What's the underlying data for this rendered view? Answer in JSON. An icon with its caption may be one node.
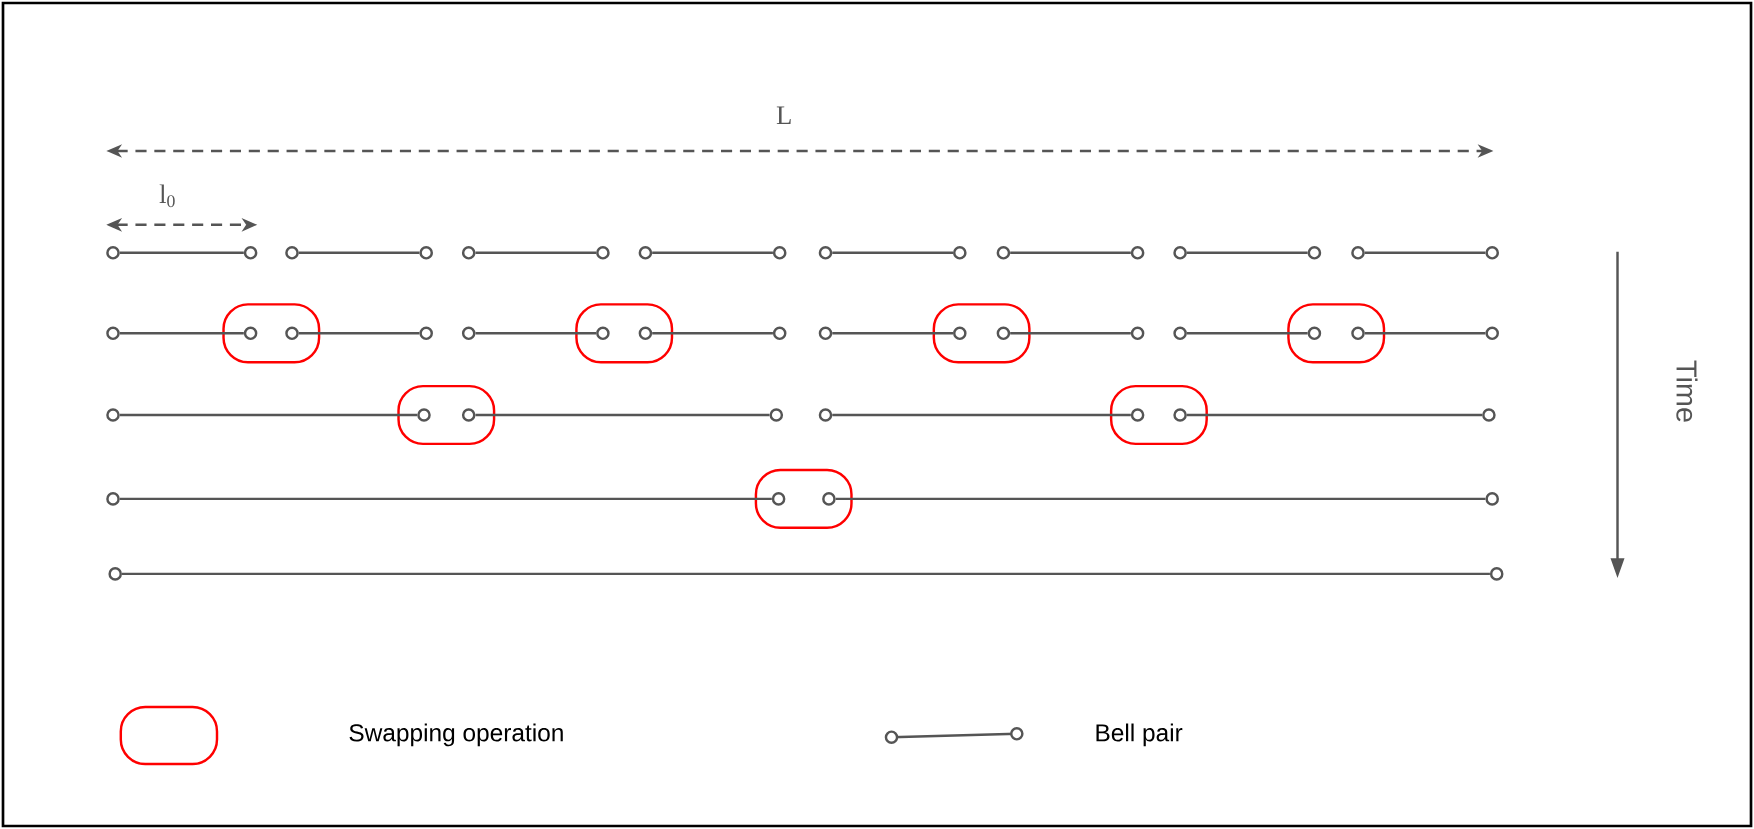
{
  "diagram": {
    "nodes": [
      {
        "text": [],
        "shape": "circle"
      },
      {
        "text": [],
        "shape": "circle"
      },
      {
        "text": [],
        "shape": "circle"
      },
      {
        "text": [],
        "shape": "circle"
      },
      {
        "text": [],
        "shape": "circle"
      },
      {
        "text": [],
        "shape": "circle"
      },
      {
        "text": [],
        "shape": "circle"
      },
      {
        "text": [],
        "shape": "circle"
      },
      {
        "text": [],
        "shape": "circle"
      },
      {
        "text": [],
        "shape": "circle"
      },
      {
        "text": [],
        "shape": "circle"
      },
      {
        "text": [],
        "shape": "circle"
      },
      {
        "text": [],
        "shape": "circle"
      },
      {
        "text": [],
        "shape": "circle"
      },
      {
        "text": [],
        "shape": "circle"
      },
      {
        "text": [],
        "shape": "circle"
      },
      {
        "text": [],
        "shape": "circle"
      },
      {
        "text": [],
        "shape": "box"
      },
      {
        "text": [],
        "shape": "circle",
        "in": 17
      },
      {
        "text": [],
        "shape": "circle",
        "in": 17
      },
      {
        "text": [],
        "shape": "circle"
      },
      {
        "text": [],
        "shape": "circle"
      },
      {
        "text": [],
        "shape": "box"
      },
      {
        "text": [],
        "shape": "circle",
        "in": 22
      },
      {
        "text": [],
        "shape": "circle",
        "in": 22
      },
      {
        "text": [],
        "shape": "circle"
      },
      {
        "text": [],
        "shape": "circle"
      },
      {
        "text": [],
        "shape": "box"
      },
      {
        "text": [],
        "shape": "circle",
        "in": 27
      },
      {
        "text": [],
        "shape": "circle",
        "in": 27
      },
      {
        "text": [],
        "shape": "circle"
      },
      {
        "text": [],
        "shape": "circle"
      },
      {
        "text": [],
        "shape": "box"
      },
      {
        "text": [],
        "shape": "circle",
        "in": 32
      },
      {
        "text": [],
        "shape": "circle",
        "in": 32
      },
      {
        "text": [],
        "shape": "circle"
      },
      {
        "text": [],
        "shape": "circle"
      },
      {
        "text": [],
        "shape": "box"
      },
      {
        "text": [],
        "shape": "circle",
        "in": 37
      },
      {
        "text": [],
        "shape": "circle",
        "in": 37
      },
      {
        "text": [],
        "shape": "circle"
      },
      {
        "text": [],
        "shape": "circle"
      },
      {
        "text": [],
        "shape": "box"
      },
      {
        "text": [],
        "shape": "circle",
        "in": 42
      },
      {
        "text": [],
        "shape": "circle",
        "in": 42
      },
      {
        "text": [],
        "shape": "circle"
      },
      {
        "text": [],
        "shape": "circle"
      },
      {
        "text": [],
        "shape": "box"
      },
      {
        "text": [],
        "shape": "circle",
        "in": 47
      },
      {
        "text": [],
        "shape": "circle",
        "in": 47
      },
      {
        "text": [],
        "shape": "circle"
      },
      {
        "text": [],
        "shape": "circle"
      },
      {
        "text": [],
        "shape": "circle"
      }
    ],
    "edges": [
      {
        "from": 0,
        "to": 1,
        "arrow": "none"
      },
      {
        "from": 2,
        "to": 3,
        "arrow": "none"
      },
      {
        "from": 4,
        "to": 5,
        "arrow": "none"
      },
      {
        "from": 6,
        "to": 7,
        "arrow": "none"
      },
      {
        "from": 8,
        "to": 9,
        "arrow": "none"
      },
      {
        "from": 10,
        "to": 11,
        "arrow": "none"
      },
      {
        "from": 12,
        "to": 13,
        "arrow": "none"
      },
      {
        "from": 14,
        "to": 15,
        "arrow": "none"
      },
      {
        "from": 16,
        "to": 18,
        "arrow": "none"
      },
      {
        "from": 19,
        "to": 20,
        "arrow": "none"
      },
      {
        "from": 21,
        "to": 23,
        "arrow": "none"
      },
      {
        "from": 24,
        "to": 25,
        "arrow": "none"
      },
      {
        "from": 26,
        "to": 28,
        "arrow": "none"
      },
      {
        "from": 29,
        "to": 30,
        "arrow": "none"
      },
      {
        "from": 31,
        "to": 33,
        "arrow": "none"
      },
      {
        "from": 34,
        "to": 35,
        "arrow": "none"
      },
      {
        "from": 36,
        "to": 38,
        "arrow": "none"
      },
      {
        "from": 39,
        "to": 40,
        "arrow": "none"
      },
      {
        "from": 41,
        "to": 43,
        "arrow": "none"
      },
      {
        "from": 44,
        "to": 45,
        "arrow": "none"
      },
      {
        "from": 46,
        "to": 48,
        "arrow": "none"
      },
      {
        "from": 49,
        "to": 50,
        "arrow": "none"
      },
      {
        "from": 51,
        "to": 52,
        "arrow": "none"
      }
    ],
    "labels": [
      "L",
      "l$_{0}$",
      "Time"
    ],
    "legend": [
      {
        "text": "Swapping operation"
      },
      {
        "text": "Bell pair"
      }
    ]
  }
}
